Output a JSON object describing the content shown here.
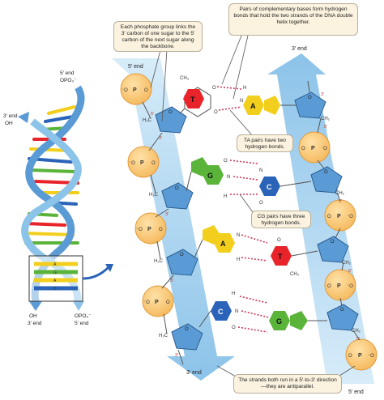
{
  "helix": {
    "label_5end_top": "5′ end",
    "label_opo3_top": "OPO₃⁻",
    "label_3end_top": "3′ end",
    "label_oh_top": "OH",
    "label_oh_bottom": "OH",
    "label_3end_bottom": "3′ end",
    "label_opo3_bottom": "OPO₃⁻",
    "label_5end_bottom": "5′ end"
  },
  "strands": {
    "left_5end": "5′ end",
    "left_3end": "3′ end",
    "right_3end": "3′ end",
    "right_5end": "5′ end"
  },
  "callouts": {
    "phosphate": "Each phosphate group links the 3′ carbon of one sugar to the 5′ carbon of the next sugar along the backbone.",
    "pairs": "Pairs of complementary bases form hydrogen bonds that hold the two strands of the DNA double helix together.",
    "ta": "TA pairs have two hydrogen bonds.",
    "cg": "CG pairs have three hydrogen bonds.",
    "antiparallel": "The strands both run in a 5′-to-3′ direction—they are antiparallel."
  },
  "bases": {
    "pair1_left": "T",
    "pair1_right": "A",
    "pair2_left": "G",
    "pair2_right": "C",
    "pair3_left": "A",
    "pair3_right": "T",
    "pair4_left": "C",
    "pair4_right": "G"
  },
  "atoms": {
    "phosphorus": "P",
    "oxygen": "O",
    "oxygen_minus": "⁻O",
    "nitrogen": "N",
    "carbon_h2": "H₂C",
    "ch2": "CH₂",
    "ch3": "CH₃",
    "hydrogen": "H",
    "prime5": "5′",
    "prime3": "3′"
  },
  "colors": {
    "strand_blue": "#a9d3ee",
    "sugar_blue": "#5b9bd5",
    "phosphate_orange": "#f8c470",
    "base_T": "#e8232a",
    "base_A": "#f2cf1c",
    "base_G": "#5ab43a",
    "base_C": "#2a63b8",
    "callout_fill": "#fbf3df",
    "hbond": "#d0395b"
  }
}
